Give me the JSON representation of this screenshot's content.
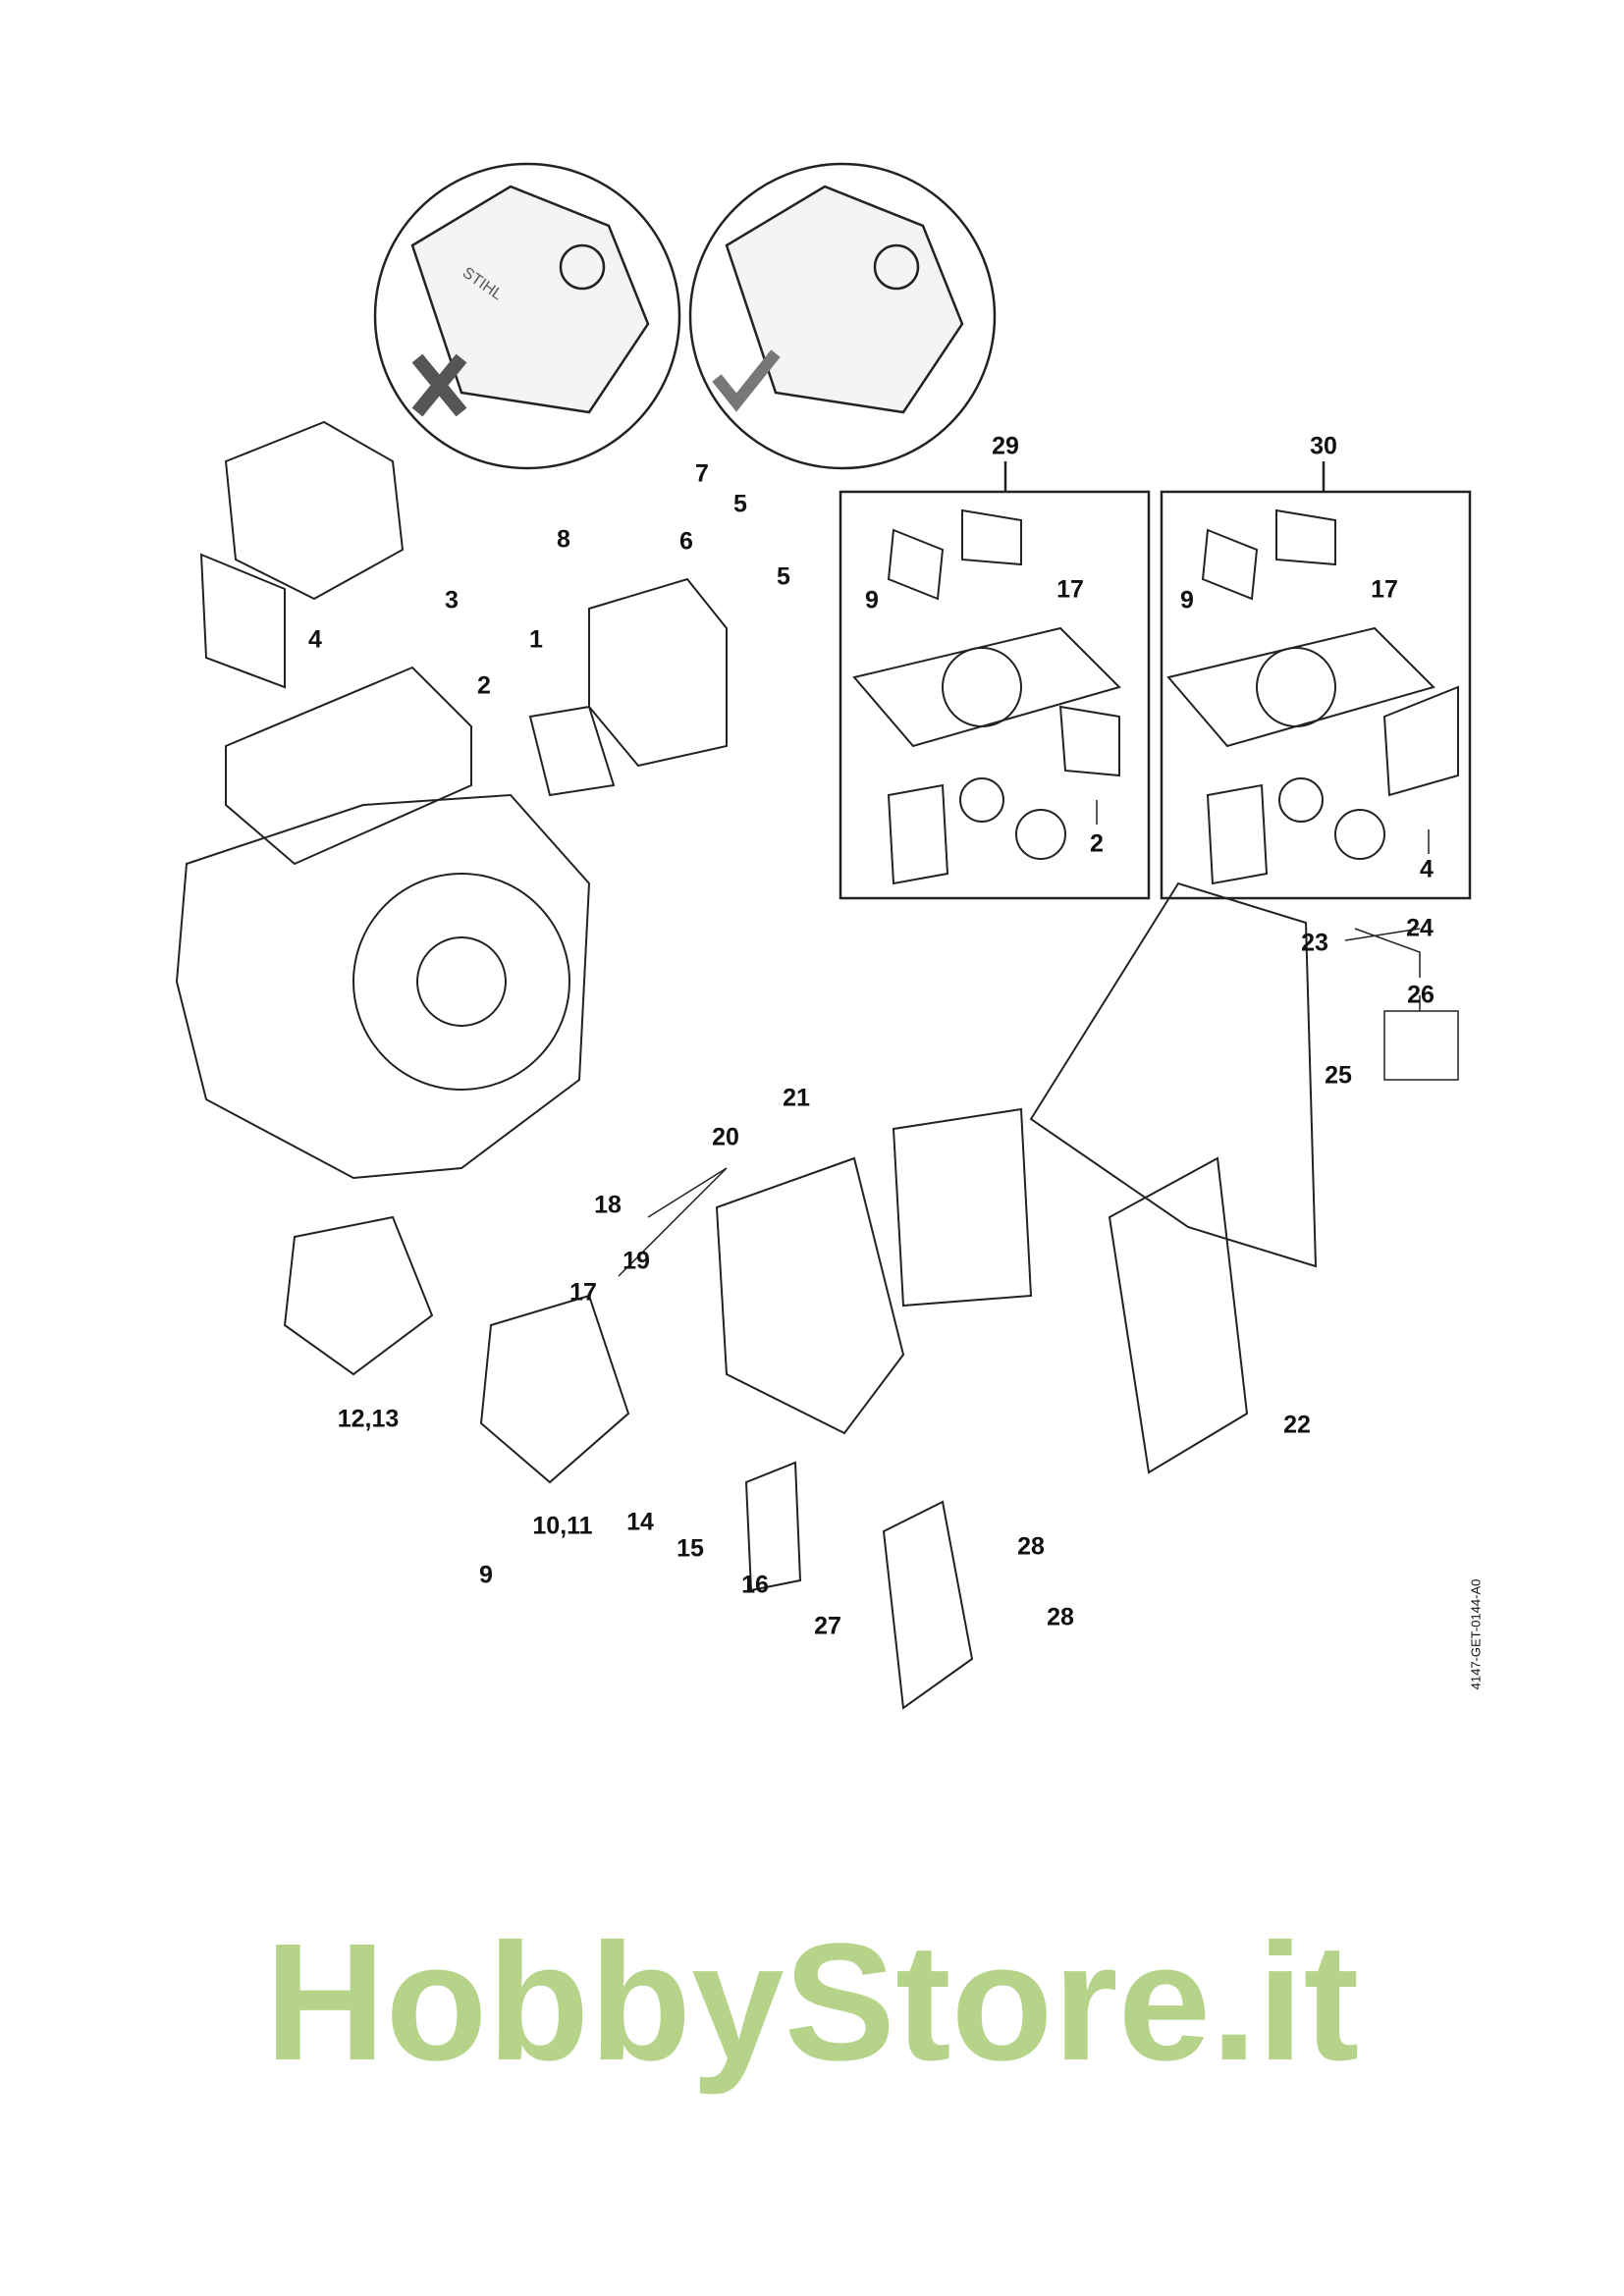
{
  "diagram_code": "4147-GET-0144-A0",
  "watermark": "HobbyStore.it",
  "inset_logo": "STIHL",
  "kits": [
    {
      "number": "29"
    },
    {
      "number": "30"
    }
  ],
  "part_labels": [
    {
      "id": "l29",
      "text": "29"
    },
    {
      "id": "l30",
      "text": "30"
    },
    {
      "id": "l7",
      "text": "7"
    },
    {
      "id": "l5a",
      "text": "5"
    },
    {
      "id": "l5b",
      "text": "5"
    },
    {
      "id": "l8",
      "text": "8"
    },
    {
      "id": "l6",
      "text": "6"
    },
    {
      "id": "l3",
      "text": "3"
    },
    {
      "id": "l4a",
      "text": "4"
    },
    {
      "id": "l1",
      "text": "1"
    },
    {
      "id": "l2a",
      "text": "2"
    },
    {
      "id": "k29_9",
      "text": "9"
    },
    {
      "id": "k29_17",
      "text": "17"
    },
    {
      "id": "k29_2",
      "text": "2"
    },
    {
      "id": "k30_9",
      "text": "9"
    },
    {
      "id": "k30_17",
      "text": "17"
    },
    {
      "id": "k30_4",
      "text": "4"
    },
    {
      "id": "l23",
      "text": "23"
    },
    {
      "id": "l24",
      "text": "24"
    },
    {
      "id": "l26",
      "text": "26"
    },
    {
      "id": "l25",
      "text": "25"
    },
    {
      "id": "l21",
      "text": "21"
    },
    {
      "id": "l20",
      "text": "20"
    },
    {
      "id": "l18",
      "text": "18"
    },
    {
      "id": "l19",
      "text": "19"
    },
    {
      "id": "l17",
      "text": "17"
    },
    {
      "id": "l1213",
      "text": "12,13"
    },
    {
      "id": "l1011",
      "text": "10,11"
    },
    {
      "id": "l9",
      "text": "9"
    },
    {
      "id": "l14",
      "text": "14"
    },
    {
      "id": "l15",
      "text": "15"
    },
    {
      "id": "l16",
      "text": "16"
    },
    {
      "id": "l27",
      "text": "27"
    },
    {
      "id": "l28a",
      "text": "28"
    },
    {
      "id": "l28b",
      "text": "28"
    },
    {
      "id": "l22",
      "text": "22"
    }
  ]
}
